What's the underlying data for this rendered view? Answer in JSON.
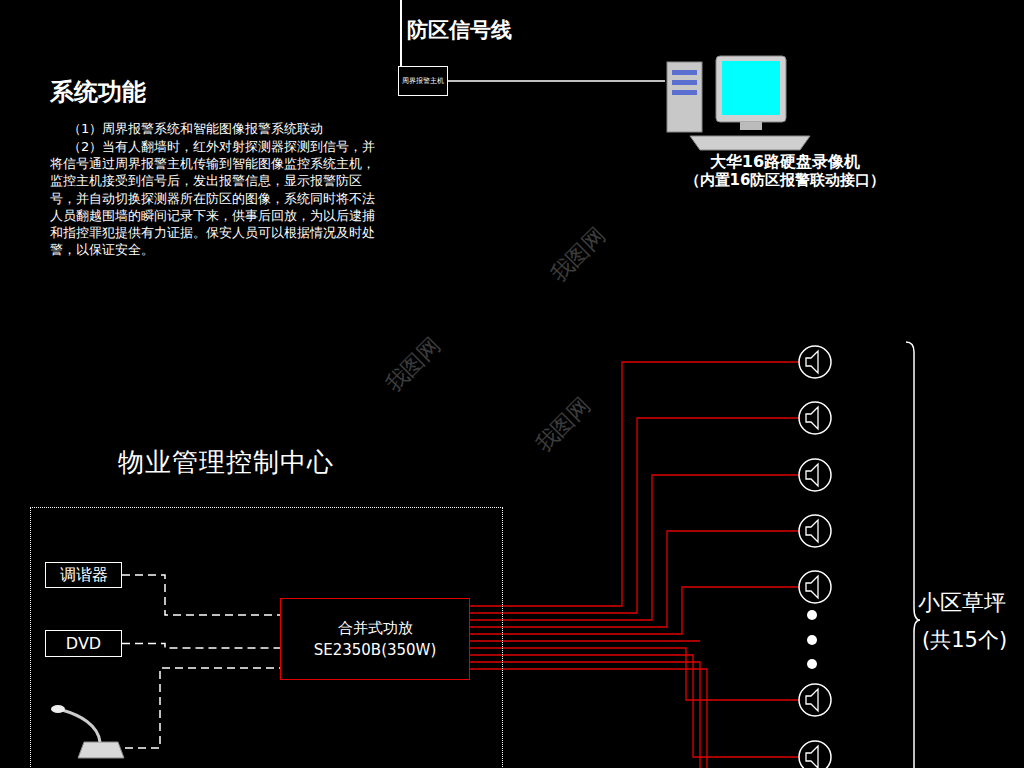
{
  "diagram": {
    "title": "系统功能",
    "nodes": [
      {
        "text": [
          "周界报警主机"
        ]
      },
      {
        "text": [
          "大华16路硬盘录像机",
          "（内置16防区报警联动接口）"
        ]
      },
      {
        "text": [
          "物业管理控制中心"
        ]
      },
      {
        "text": [
          "调谐器"
        ],
        "in": 2
      },
      {
        "text": [
          "DVD"
        ],
        "in": 2
      },
      {
        "text": [
          "合并式功放",
          "SE2350B(350W)"
        ],
        "in": 2
      }
    ],
    "edges": [
      {
        "from": 0,
        "to": 1,
        "arrow": "none"
      },
      {
        "from": 3,
        "to": 5,
        "arrow": "none"
      },
      {
        "from": 4,
        "to": 5,
        "arrow": "none"
      }
    ],
    "labels": [
      "防区信号线",
      "（1）周界报警系统和智能图像报警系统联动",
      "（2）当有人翻墙时，红外对射探测器探测到信号，并将信号通过周界报警主机传输到智能图像监控系统主机，监控主机接受到信号后，发出报警信息，显示报警防区号，并自动切换探测器所在防区的图像，系统同时将不法人员翻越围墙的瞬间记录下来，供事后回放，为以后逮捕和指控罪犯提供有力证据。保安人员可以根据情况及时处警，以保证安全。",
      "小区草坪",
      "(共15个)",
      "我图网",
      "我图网",
      "我图网"
    ]
  }
}
